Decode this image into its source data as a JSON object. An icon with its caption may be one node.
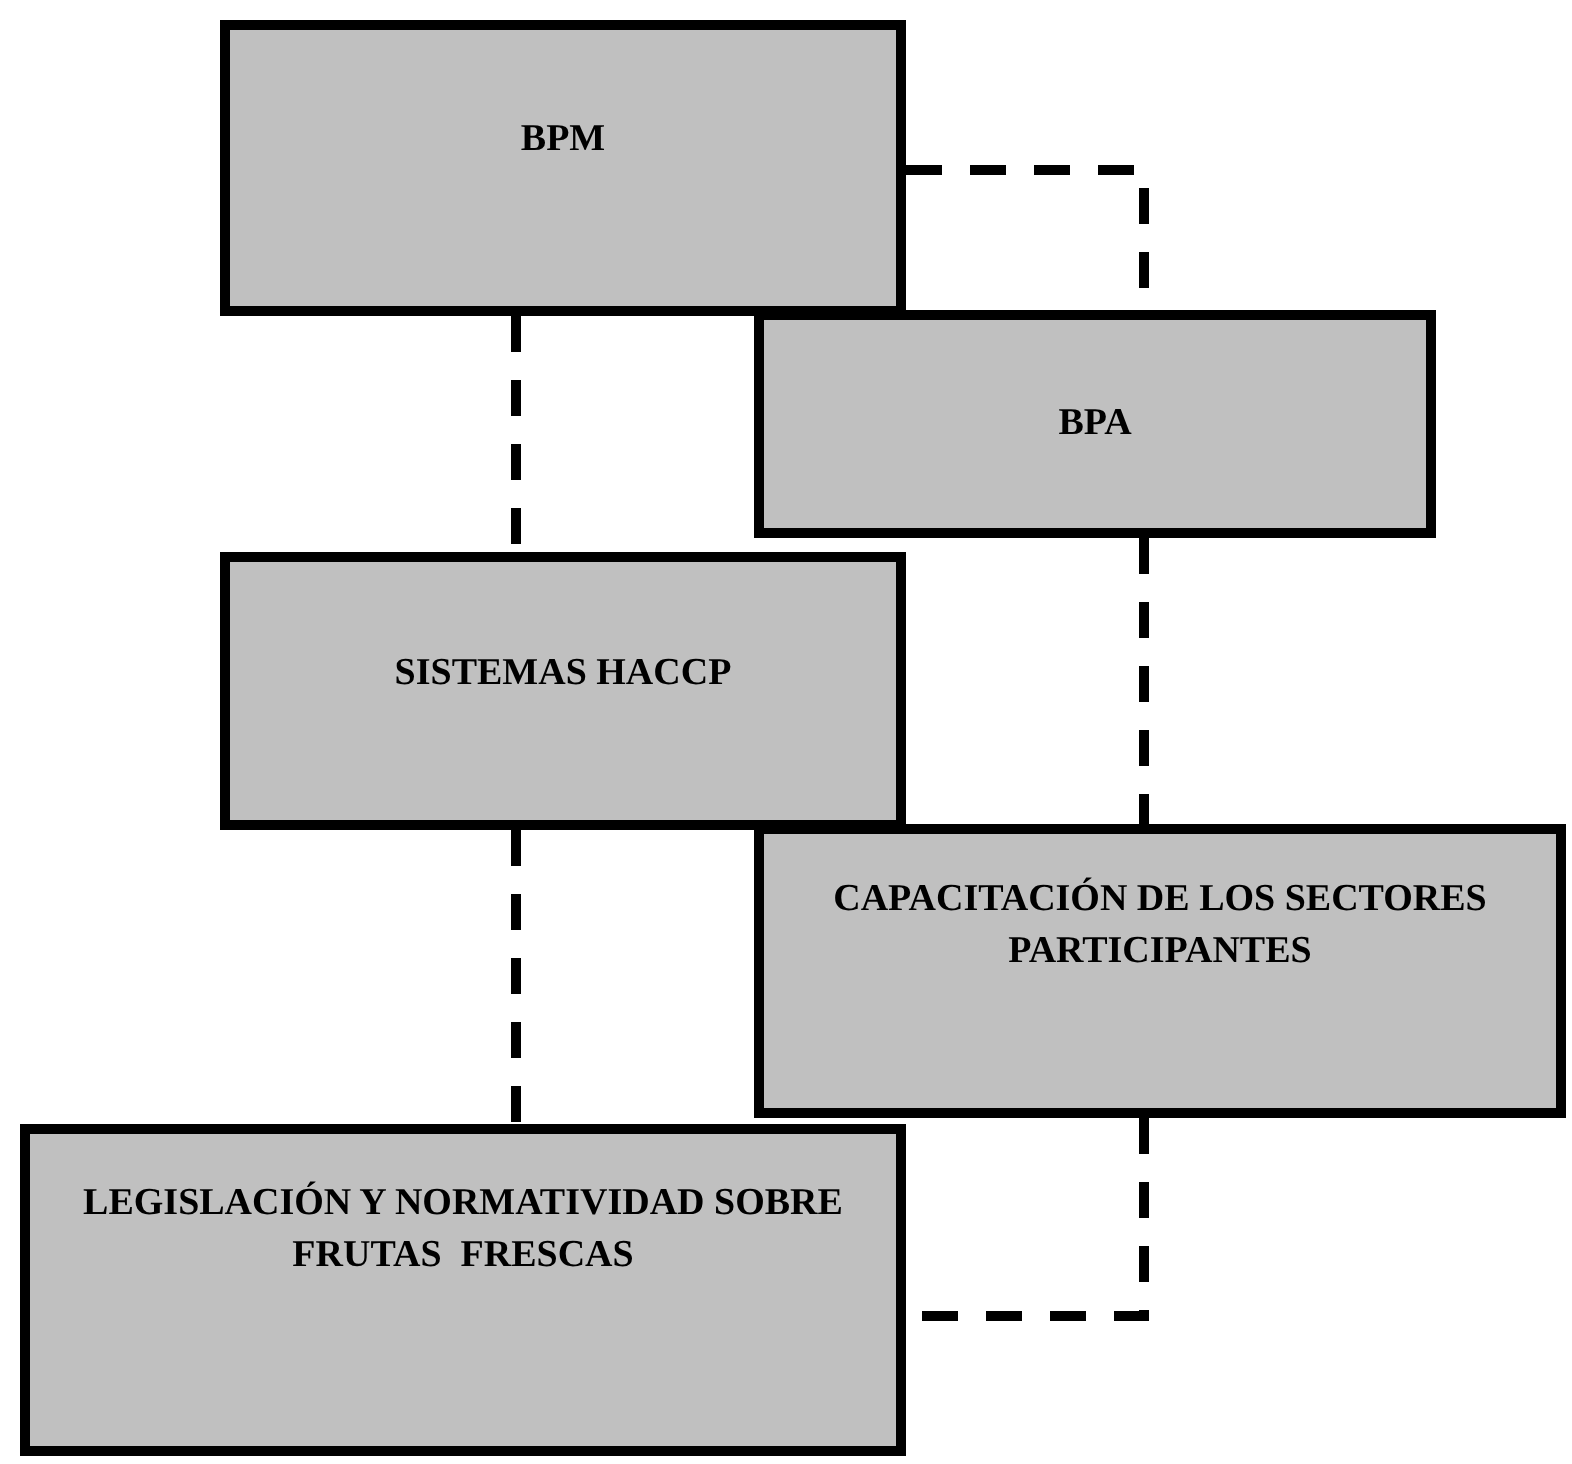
{
  "diagram": {
    "nodes": [
      {
        "text": [
          "BPM"
        ]
      },
      {
        "text": [
          "BPA"
        ]
      },
      {
        "text": [
          "SISTEMAS HACCP"
        ]
      },
      {
        "text": [
          "CAPACITACIÓN DE LOS SECTORES PARTICIPANTES"
        ]
      },
      {
        "text": [
          "LEGISLACIÓN Y NORMATIVIDAD SOBRE FRUTAS  FRESCAS"
        ]
      }
    ],
    "edges": [
      {
        "from": 0,
        "to": 1,
        "arrow": "none",
        "style": "dashed"
      },
      {
        "from": 0,
        "to": 2,
        "arrow": "none",
        "style": "dashed"
      },
      {
        "from": 1,
        "to": 3,
        "arrow": "none",
        "style": "dashed"
      },
      {
        "from": 2,
        "to": 4,
        "arrow": "none",
        "style": "dashed"
      },
      {
        "from": 3,
        "to": 4,
        "arrow": "none",
        "style": "dashed"
      }
    ]
  }
}
